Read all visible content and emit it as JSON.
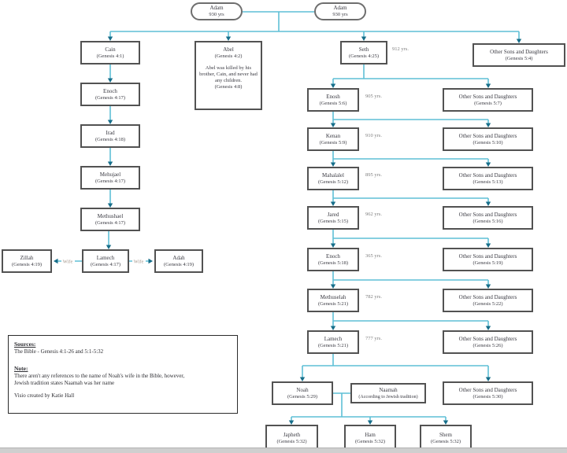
{
  "ovals": {
    "left": {
      "name": "Adam",
      "age": "930 yrs"
    },
    "right": {
      "name": "Adam",
      "age": "930 yrs"
    }
  },
  "left_chain": [
    {
      "name": "Cain",
      "ref": "(Genesis 4:1)"
    },
    {
      "name": "Enoch",
      "ref": "(Genesis 4:17)"
    },
    {
      "name": "Irad",
      "ref": "(Genesis 4:18)"
    },
    {
      "name": "Mehujael",
      "ref": "(Genesis 4:17)"
    },
    {
      "name": "Methushael",
      "ref": "(Genesis 4:17)"
    },
    {
      "name": "Lamech",
      "ref": "(Genesis 4:17)"
    }
  ],
  "wives": {
    "zillah": {
      "name": "Zillah",
      "ref": "(Genesis 4:19)"
    },
    "adah": {
      "name": "Adah",
      "ref": "(Genesis 4:19)"
    },
    "connector_label": "Wife"
  },
  "abel": {
    "name": "Abel",
    "ref": "(Genesis 4:2)",
    "note": "Abel was killed by his brother, Cain, and never had any children.",
    "note_ref": "(Genesis 4:8)"
  },
  "other_label": "Other Sons and Daughters",
  "right_chain": [
    {
      "name": "Seth",
      "ref": "(Genesis 4:25)",
      "age": "912 yrs.",
      "other_ref": "(Genesis 5:4)"
    },
    {
      "name": "Enosh",
      "ref": "(Genesis 5:6)",
      "age": "905 yrs.",
      "other_ref": "(Genesis 5:7)"
    },
    {
      "name": "Kenan",
      "ref": "(Genesis 5:9)",
      "age": "910 yrs.",
      "other_ref": "(Genesis 5:10)"
    },
    {
      "name": "Mahalalel",
      "ref": "(Genesis 5:12)",
      "age": "895 yrs.",
      "other_ref": "(Genesis 5:13)"
    },
    {
      "name": "Jared",
      "ref": "(Genesis 5:15)",
      "age": "962 yrs.",
      "other_ref": "(Genesis 5:16)"
    },
    {
      "name": "Enoch",
      "ref": "(Genesis 5:18)",
      "age": "365 yrs.",
      "other_ref": "(Genesis 5:19)"
    },
    {
      "name": "Methuselah",
      "ref": "(Genesis 5:21)",
      "age": "782 yrs.",
      "other_ref": "(Genesis 5:22)"
    },
    {
      "name": "Lamech",
      "ref": "(Genesis 5:21)",
      "age": "777 yrs.",
      "other_ref": "(Genesis 5:26)"
    }
  ],
  "noah": {
    "name": "Noah",
    "ref": "(Genesis 5:29)"
  },
  "naamah": {
    "name": "Naamah",
    "ref": "(According to Jewish tradition)"
  },
  "noah_other_ref": "(Genesis 5:30)",
  "sons": [
    {
      "name": "Japheth",
      "ref": "(Genesis 5:32)"
    },
    {
      "name": "Ham",
      "ref": "(Genesis 5:32)"
    },
    {
      "name": "Shem",
      "ref": "(Genesis 5:32)"
    }
  ],
  "info_box": {
    "sources_heading": "Sources:",
    "sources_text": "The Bible - Genesis 4:1-26 and 5:1-5:32",
    "note_heading": "Note:",
    "note_line1": "There aren't any references to the name of Noah's wife in the Bible, however,",
    "note_line2": "Jewish tradition states Naamah was her name",
    "credit": "Visio created by Katie Hall"
  },
  "colors": {
    "connector": "#5fbfd6",
    "arrowhead": "#176e8a",
    "box_border": "#525252",
    "age_text": "#7f7f7f",
    "wife_label": "#a3958a"
  }
}
